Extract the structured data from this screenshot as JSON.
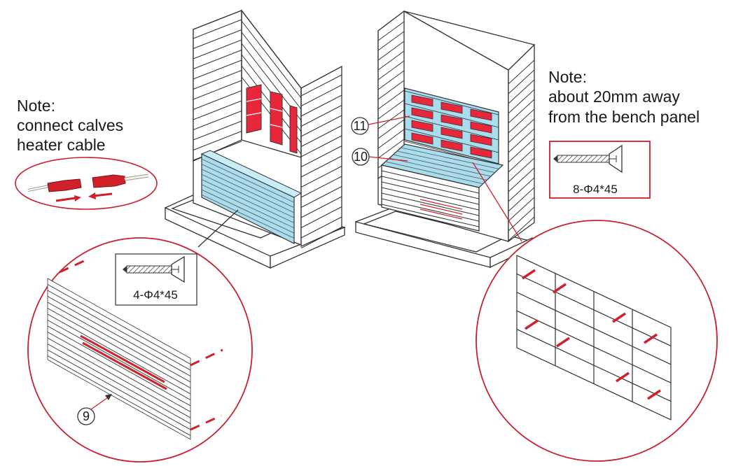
{
  "notes": {
    "left": {
      "title": "Note:",
      "lines": [
        "connect calves",
        "heater cable"
      ]
    },
    "right": {
      "title": "Note:",
      "lines": [
        "about 20mm away",
        "from the bench panel"
      ]
    }
  },
  "screws": {
    "left_spec": "4-Φ4*45",
    "right_spec": "8-Φ4*45"
  },
  "callouts": {
    "part_9": "9",
    "part_10": "10",
    "part_11": "11"
  },
  "colors": {
    "accent_red": "#d0202a",
    "heater_red": "#e8283a",
    "panel_blue": "#a9dcec",
    "line": "#333333"
  }
}
